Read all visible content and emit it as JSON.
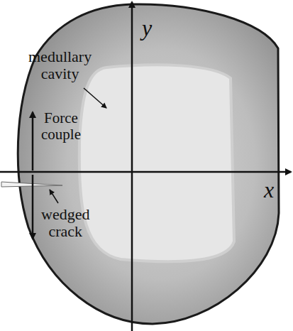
{
  "diagram": {
    "labels": [
      "y",
      "medullary cavity",
      "Force couple",
      "x",
      "wedged crack"
    ]
  }
}
